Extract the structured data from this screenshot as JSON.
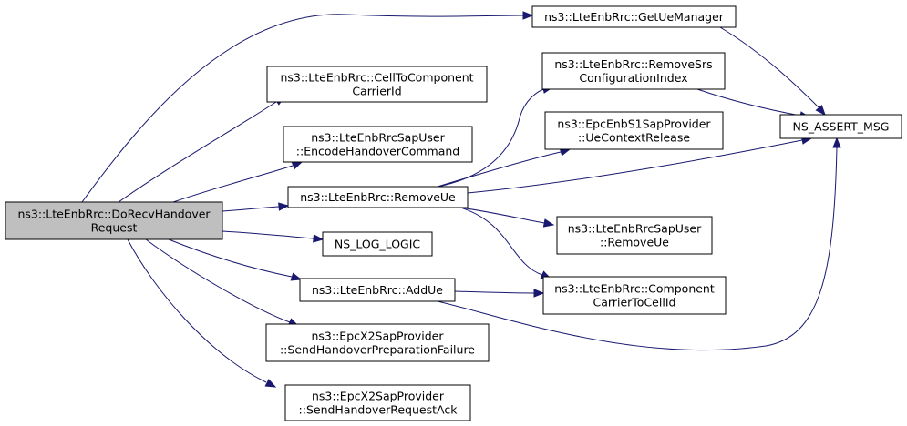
{
  "graph": {
    "nodes": [
      {
        "id": "root",
        "lines": [
          "ns3::LteEnbRrc::DoRecvHandover",
          "Request"
        ],
        "root": true
      },
      {
        "id": "getuemanager",
        "lines": [
          "ns3::LteEnbRrc::GetUeManager"
        ]
      },
      {
        "id": "celltocc",
        "lines": [
          "ns3::LteEnbRrc::CellToComponent",
          "CarrierId"
        ]
      },
      {
        "id": "encodehandover",
        "lines": [
          "ns3::LteEnbRrcSapUser",
          "::EncodeHandoverCommand"
        ]
      },
      {
        "id": "removeue",
        "lines": [
          "ns3::LteEnbRrc::RemoveUe"
        ]
      },
      {
        "id": "nslog",
        "lines": [
          "NS_LOG_LOGIC"
        ]
      },
      {
        "id": "addue",
        "lines": [
          "ns3::LteEnbRrc::AddUe"
        ]
      },
      {
        "id": "sendfail",
        "lines": [
          "ns3::EpcX2SapProvider",
          "::SendHandoverPreparationFailure"
        ]
      },
      {
        "id": "sendack",
        "lines": [
          "ns3::EpcX2SapProvider",
          "::SendHandoverRequestAck"
        ]
      },
      {
        "id": "removesrs",
        "lines": [
          "ns3::LteEnbRrc::RemoveSrs",
          "ConfigurationIndex"
        ]
      },
      {
        "id": "uecontextrelease",
        "lines": [
          "ns3::EpcEnbS1SapProvider",
          "::UeContextRelease"
        ]
      },
      {
        "id": "sapremoveue",
        "lines": [
          "ns3::LteEnbRrcSapUser",
          "::RemoveUe"
        ]
      },
      {
        "id": "cctocellid",
        "lines": [
          "ns3::LteEnbRrc::Component",
          "CarrierToCellId"
        ]
      },
      {
        "id": "assert",
        "lines": [
          "NS_ASSERT_MSG"
        ]
      }
    ],
    "edges": [
      {
        "from": "root",
        "to": "getuemanager"
      },
      {
        "from": "root",
        "to": "celltocc"
      },
      {
        "from": "root",
        "to": "encodehandover"
      },
      {
        "from": "root",
        "to": "removeue"
      },
      {
        "from": "root",
        "to": "nslog"
      },
      {
        "from": "root",
        "to": "addue"
      },
      {
        "from": "root",
        "to": "sendfail"
      },
      {
        "from": "root",
        "to": "sendack"
      },
      {
        "from": "getuemanager",
        "to": "assert"
      },
      {
        "from": "removeue",
        "to": "removesrs"
      },
      {
        "from": "removeue",
        "to": "uecontextrelease"
      },
      {
        "from": "removeue",
        "to": "assert"
      },
      {
        "from": "removeue",
        "to": "sapremoveue"
      },
      {
        "from": "removeue",
        "to": "cctocellid"
      },
      {
        "from": "removesrs",
        "to": "assert"
      },
      {
        "from": "addue",
        "to": "cctocellid"
      },
      {
        "from": "addue",
        "to": "assert"
      }
    ]
  }
}
